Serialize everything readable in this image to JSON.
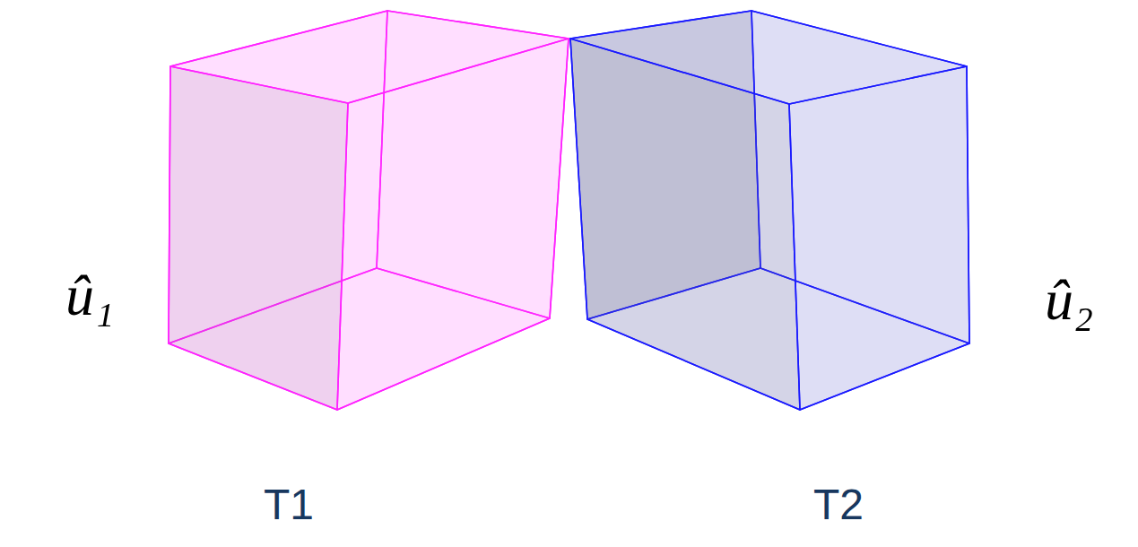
{
  "diagram": {
    "labels": [
      "û₁",
      "û₂",
      "T1",
      "T2"
    ]
  }
}
